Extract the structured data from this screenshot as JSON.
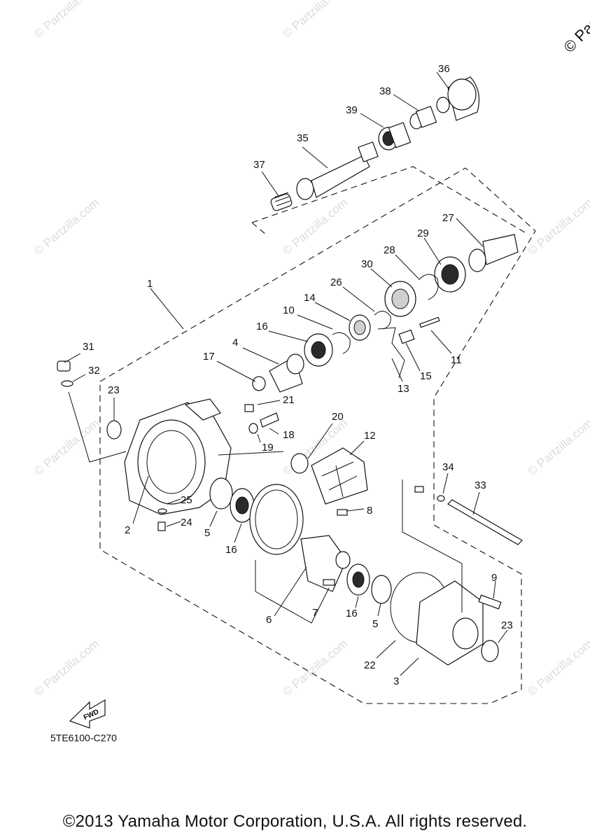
{
  "watermark_text": "© Partzilla.com",
  "corner_mark": "© Part",
  "diagram_code": "5TE6100-C270",
  "copyright": "©2013 Yamaha Motor Corporation, U.S.A. All rights reserved.",
  "fwd_label": "FWD",
  "callouts": {
    "c1": "1",
    "c2": "2",
    "c3": "3",
    "c4": "4",
    "c5a": "5",
    "c5b": "5",
    "c6": "6",
    "c7": "7",
    "c8": "8",
    "c9": "9",
    "c10": "10",
    "c11": "11",
    "c12": "12",
    "c13": "13",
    "c14": "14",
    "c15": "15",
    "c16a": "16",
    "c16b": "16",
    "c16c": "16",
    "c17": "17",
    "c18": "18",
    "c19": "19",
    "c20": "20",
    "c21": "21",
    "c22": "22",
    "c23a": "23",
    "c23b": "23",
    "c24": "24",
    "c25": "25",
    "c26": "26",
    "c27": "27",
    "c28": "28",
    "c29": "29",
    "c30": "30",
    "c31": "31",
    "c32": "32",
    "c33": "33",
    "c34": "34",
    "c35": "35",
    "c36": "36",
    "c37": "37",
    "c38": "38",
    "c39": "39"
  }
}
